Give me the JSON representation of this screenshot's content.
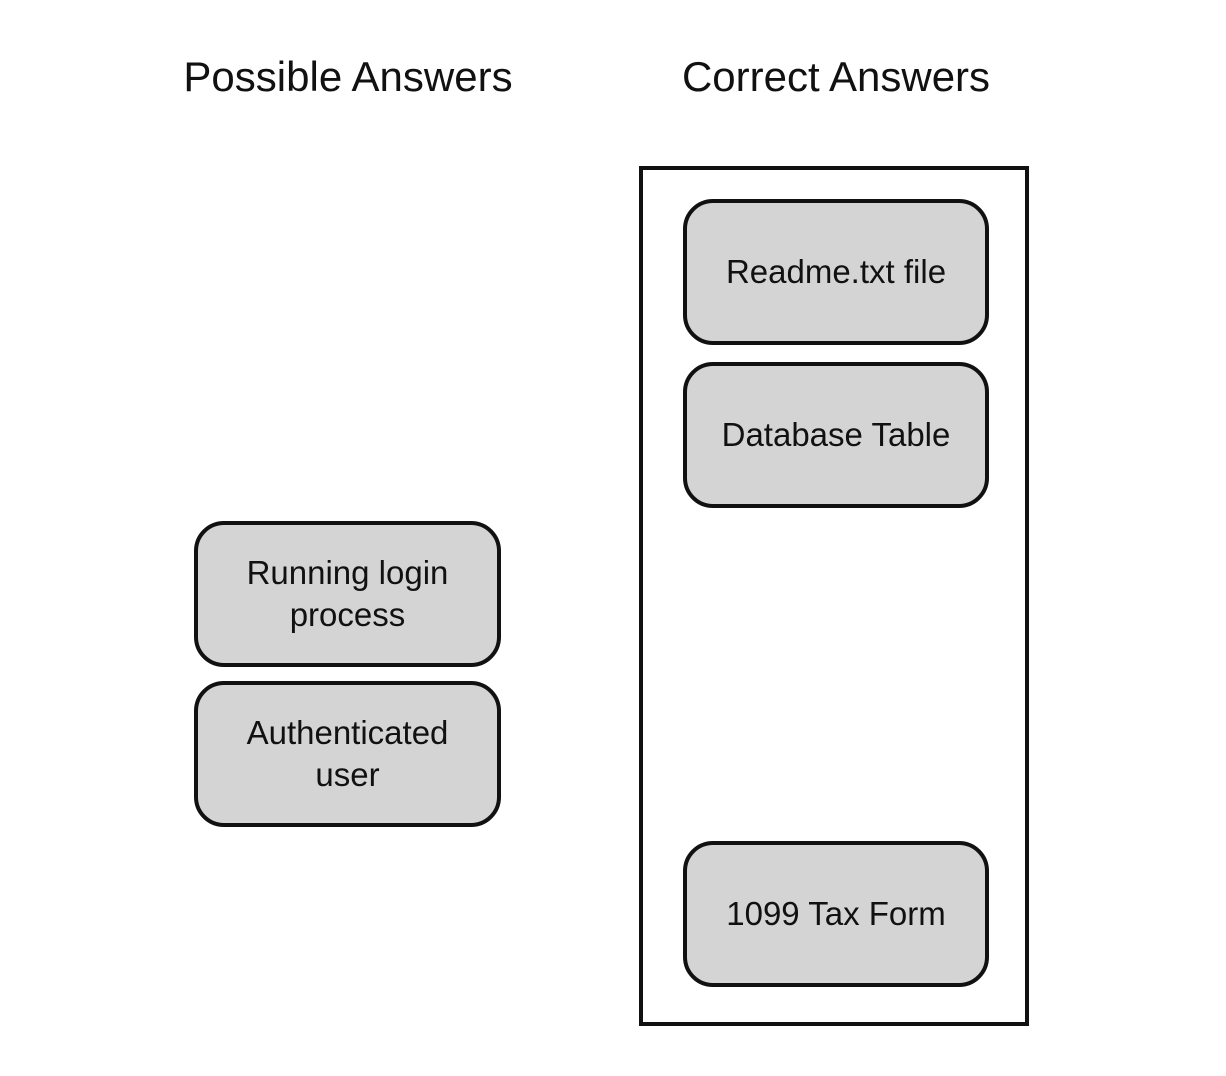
{
  "headings": {
    "possible": "Possible Answers",
    "correct": "Correct Answers"
  },
  "possible_answers": [
    {
      "line1": "Running login",
      "line2": "process"
    },
    {
      "line1": "Authenticated",
      "line2": "user"
    }
  ],
  "correct_answers": [
    {
      "label": "Readme.txt file"
    },
    {
      "label": "Database Table"
    },
    {
      "label": "1099 Tax Form"
    }
  ],
  "colors": {
    "card_fill": "#d4d4d4",
    "border": "#111111",
    "background": "#ffffff"
  }
}
